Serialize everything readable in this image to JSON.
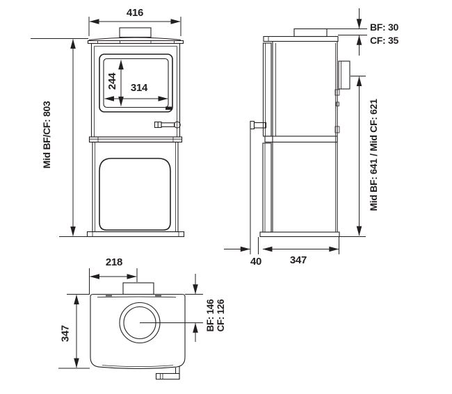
{
  "colors": {
    "line": "#231f20",
    "background": "#ffffff"
  },
  "views": {
    "front": {
      "dims": {
        "overall_width": "416",
        "overall_height": "Mid BF/CF: 803",
        "glass_height": "244",
        "glass_width": "314"
      }
    },
    "side": {
      "dims": {
        "flue_bf": "BF: 30",
        "flue_cf": "CF: 35",
        "outlet_height": "Mid BF: 641 / Mid CF: 621",
        "handle_projection": "40",
        "depth": "347"
      }
    },
    "top": {
      "dims": {
        "flue_offset": "218",
        "depth": "347",
        "flue_centre_bf": "BF: 146",
        "flue_centre_cf": "CF: 126"
      }
    }
  }
}
